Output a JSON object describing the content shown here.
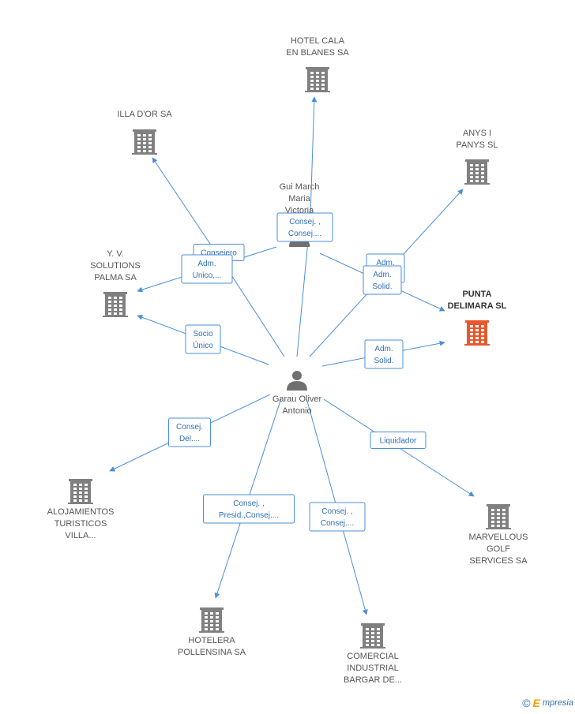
{
  "colors": {
    "company": "#808080",
    "focus_company": "#e8582c",
    "person": "#707070",
    "edge": "#4a8fd8",
    "edge_text": "#2f6fb7"
  },
  "nodes": [
    {
      "id": "hotel_cala",
      "type": "company",
      "label": [
        "HOTEL CALA",
        "EN BLANES SA"
      ]
    },
    {
      "id": "illa_dor",
      "type": "company",
      "label": [
        "ILLA D'OR SA"
      ]
    },
    {
      "id": "anys_panys",
      "type": "company",
      "label": [
        "ANYS I",
        "PANYS SL"
      ]
    },
    {
      "id": "yv_solutions",
      "type": "company",
      "label": [
        "Y.  V.",
        "SOLUTIONS",
        "PALMA SA"
      ]
    },
    {
      "id": "punta_delimara",
      "type": "company",
      "focus": true,
      "label": [
        "PUNTA",
        "DELIMARA SL"
      ]
    },
    {
      "id": "gui_march",
      "type": "person",
      "label": [
        "Gui March",
        "Maria",
        "Victoria"
      ]
    },
    {
      "id": "garau_oliver",
      "type": "person",
      "label": [
        "Garau Oliver",
        "Antonio"
      ]
    },
    {
      "id": "alojamientos",
      "type": "company",
      "label": [
        "ALOJAMIENTOS",
        "TURISTICOS",
        "VILLA..."
      ]
    },
    {
      "id": "marvellous",
      "type": "company",
      "label": [
        "MARVELLOUS",
        "GOLF",
        "SERVICES SA"
      ]
    },
    {
      "id": "hotelera",
      "type": "company",
      "label": [
        "HOTELERA",
        "POLLENSINA SA"
      ]
    },
    {
      "id": "comercial",
      "type": "company",
      "label": [
        "COMERCIAL",
        "INDUSTRIAL",
        "BARGAR DE..."
      ]
    }
  ],
  "edges": [
    {
      "from": "gui_march",
      "to": "hotel_cala",
      "label": [
        "Consej. ,",
        "Consej...."
      ]
    },
    {
      "from": "gui_march",
      "to": "illa_dor",
      "label": [
        "Consejero"
      ]
    },
    {
      "from": "gui_march",
      "to": "yv_solutions",
      "label": [
        "Adm.",
        "Unico,..."
      ]
    },
    {
      "from": "gui_march",
      "to": "punta_delimara",
      "label": [
        "Adm.",
        "Solid."
      ]
    },
    {
      "from": "garau_oliver",
      "to": "anys_panys",
      "label": [
        "Adm.",
        "Solid."
      ]
    },
    {
      "from": "garau_oliver",
      "to": "punta_delimara",
      "label": [
        "Adm.",
        "Solid."
      ]
    },
    {
      "from": "garau_oliver",
      "to": "yv_solutions",
      "label": [
        "Socio",
        "Único"
      ]
    },
    {
      "from": "garau_oliver",
      "to": "illa_dor",
      "label": []
    },
    {
      "from": "garau_oliver",
      "to": "hotel_cala",
      "label": []
    },
    {
      "from": "garau_oliver",
      "to": "alojamientos",
      "label": [
        "Consej.",
        "Del...."
      ]
    },
    {
      "from": "garau_oliver",
      "to": "hotelera",
      "label": [
        "Consej. ,",
        "Presid.,Consej...."
      ]
    },
    {
      "from": "garau_oliver",
      "to": "comercial",
      "label": [
        "Consej. ,",
        "Consej...."
      ]
    },
    {
      "from": "garau_oliver",
      "to": "marvellous",
      "label": [
        "Liquidador"
      ]
    }
  ],
  "footer": {
    "copyright": "©",
    "brand_initial": "E",
    "brand_rest": "mpresia"
  }
}
